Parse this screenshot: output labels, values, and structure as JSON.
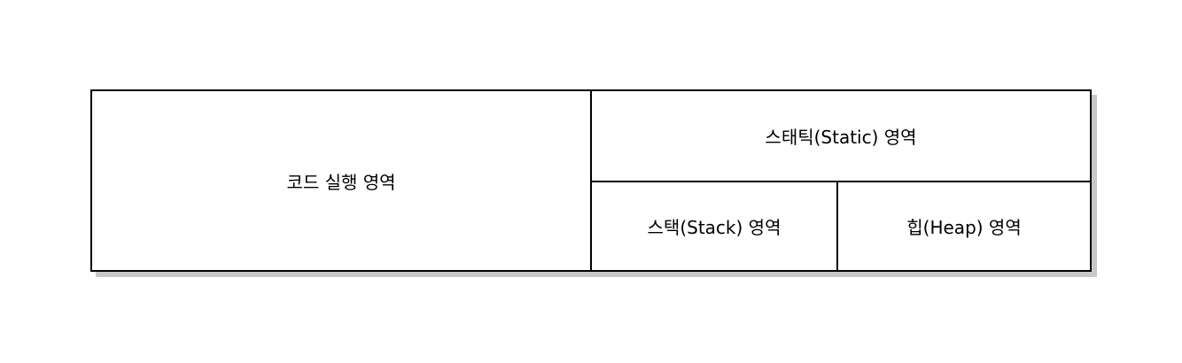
{
  "diagram": {
    "regions": {
      "code": {
        "label": "코드 실행 영역"
      },
      "static": {
        "label": "스태틱(Static) 영역"
      },
      "stack": {
        "label": "스택(Stack) 영역"
      },
      "heap": {
        "label": "힙(Heap) 영역"
      }
    },
    "colors": {
      "border": "#000000",
      "fill": "#ffffff",
      "shadow": "#c8c8c8"
    }
  }
}
